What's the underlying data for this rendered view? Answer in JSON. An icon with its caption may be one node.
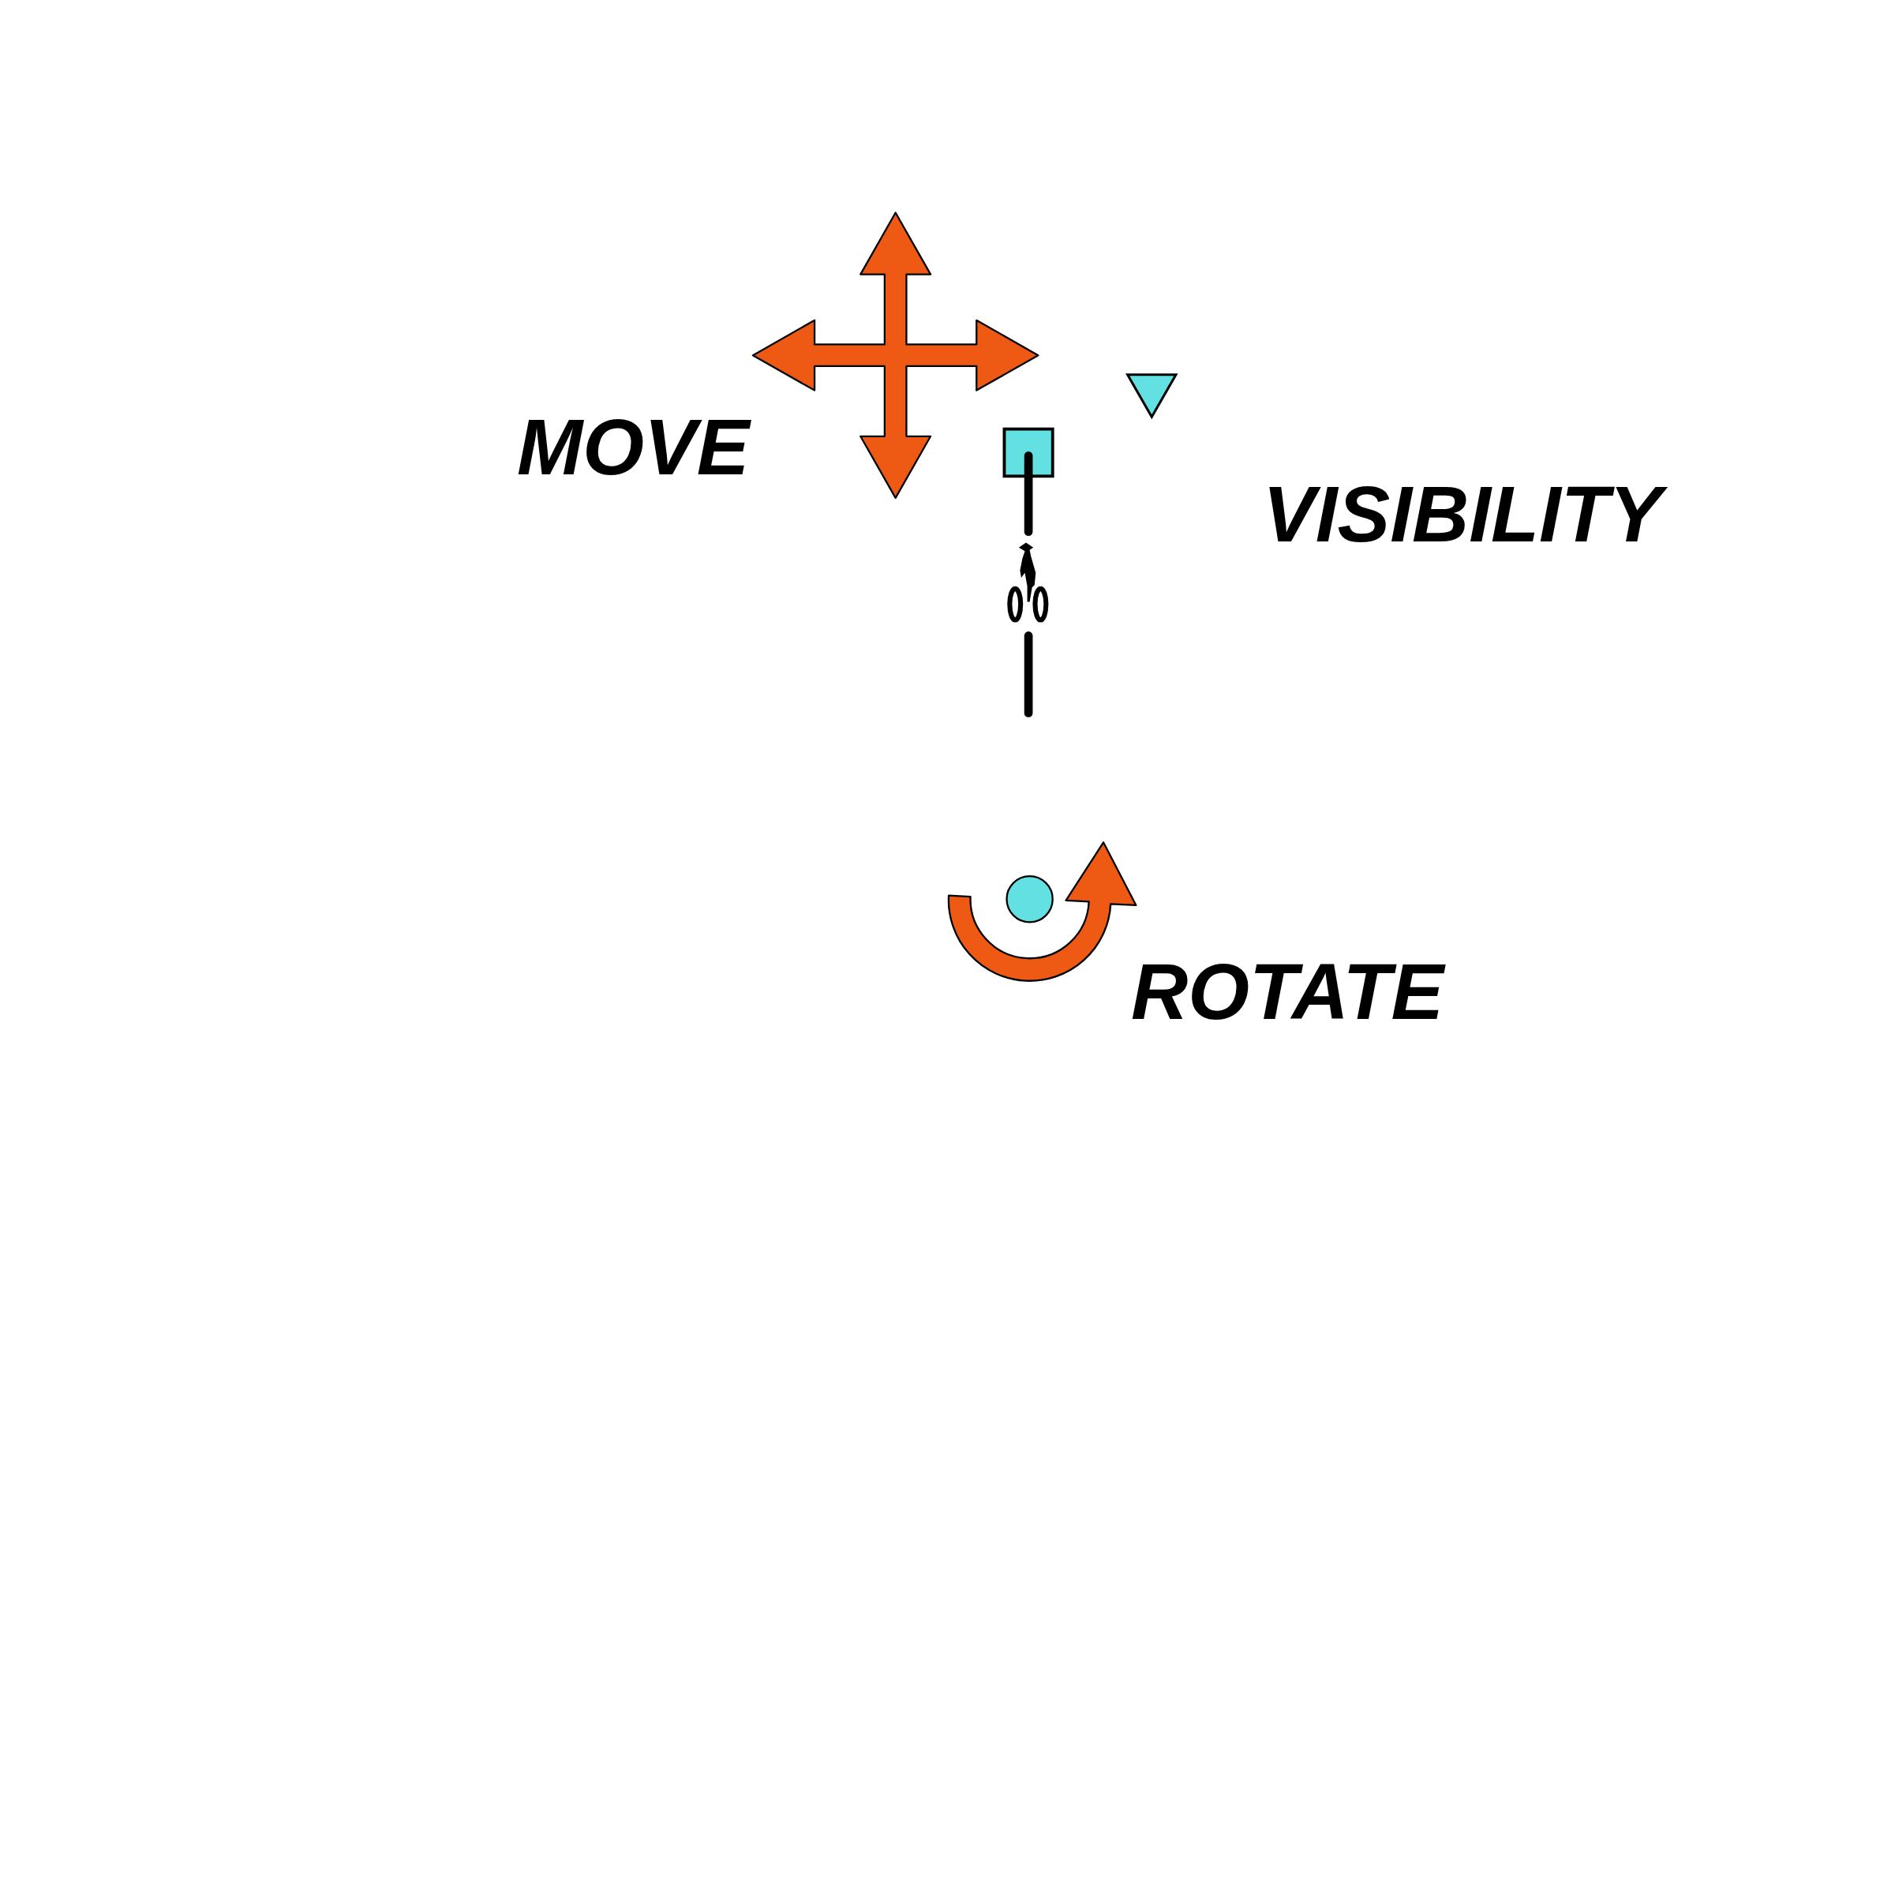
{
  "diagram": {
    "labels": [
      "MOVE",
      "VISIBILITY",
      "ROTATE"
    ]
  }
}
